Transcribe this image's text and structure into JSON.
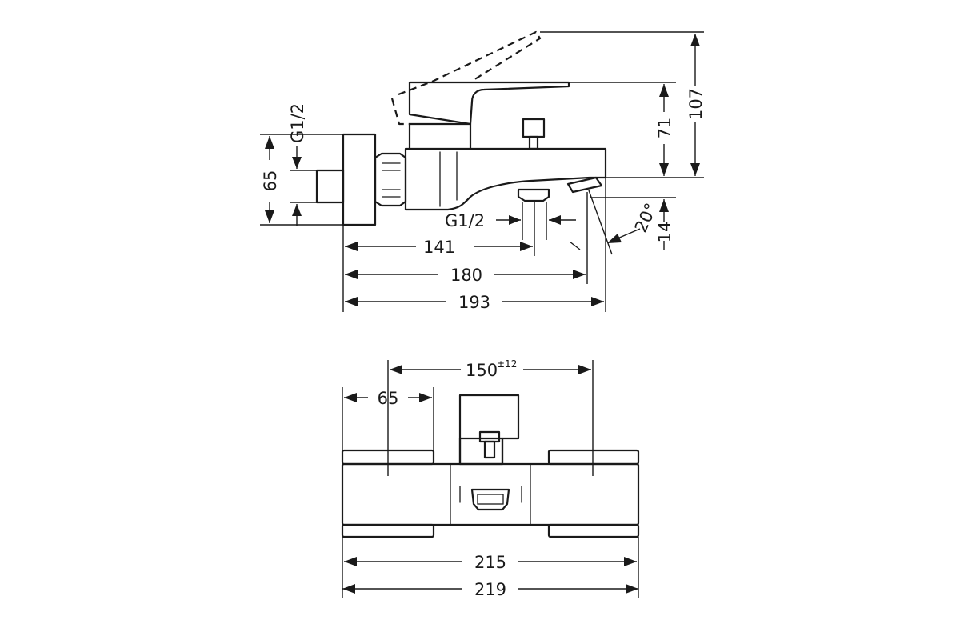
{
  "side_view": {
    "dim_141": "141",
    "dim_180": "180",
    "dim_193": "193",
    "dim_65": "65",
    "dim_71": "71",
    "dim_107": "107",
    "dim_14": "14",
    "thread_inlet": "G1/2",
    "thread_outlet": "G1/2",
    "angle": "20°"
  },
  "front_view": {
    "dim_150": "150",
    "dim_150_tolerance": "±12",
    "dim_65": "65",
    "dim_215": "215",
    "dim_219": "219"
  }
}
